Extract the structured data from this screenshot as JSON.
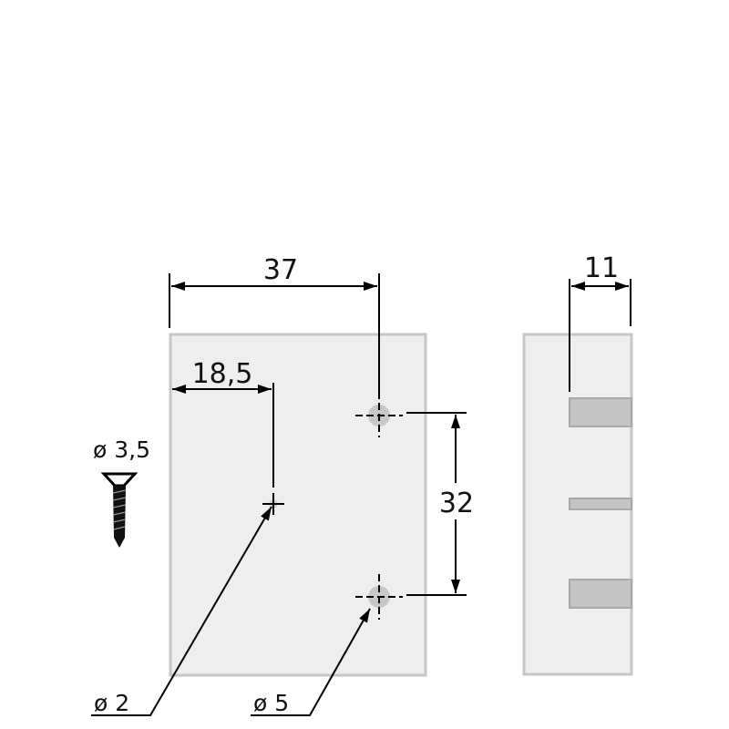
{
  "drawing": {
    "dim_width": "37",
    "dim_offset": "18,5",
    "dim_hole_spacing": "32",
    "dim_depth": "11",
    "screw_label": "ø 3,5",
    "hole_small_label": "ø 2",
    "hole_large_label": "ø 5"
  },
  "colors": {
    "part_fill": "#eeeeee",
    "part_stroke": "#c6c6c6",
    "slot_fill": "#c4c4c4",
    "line": "#000000"
  }
}
